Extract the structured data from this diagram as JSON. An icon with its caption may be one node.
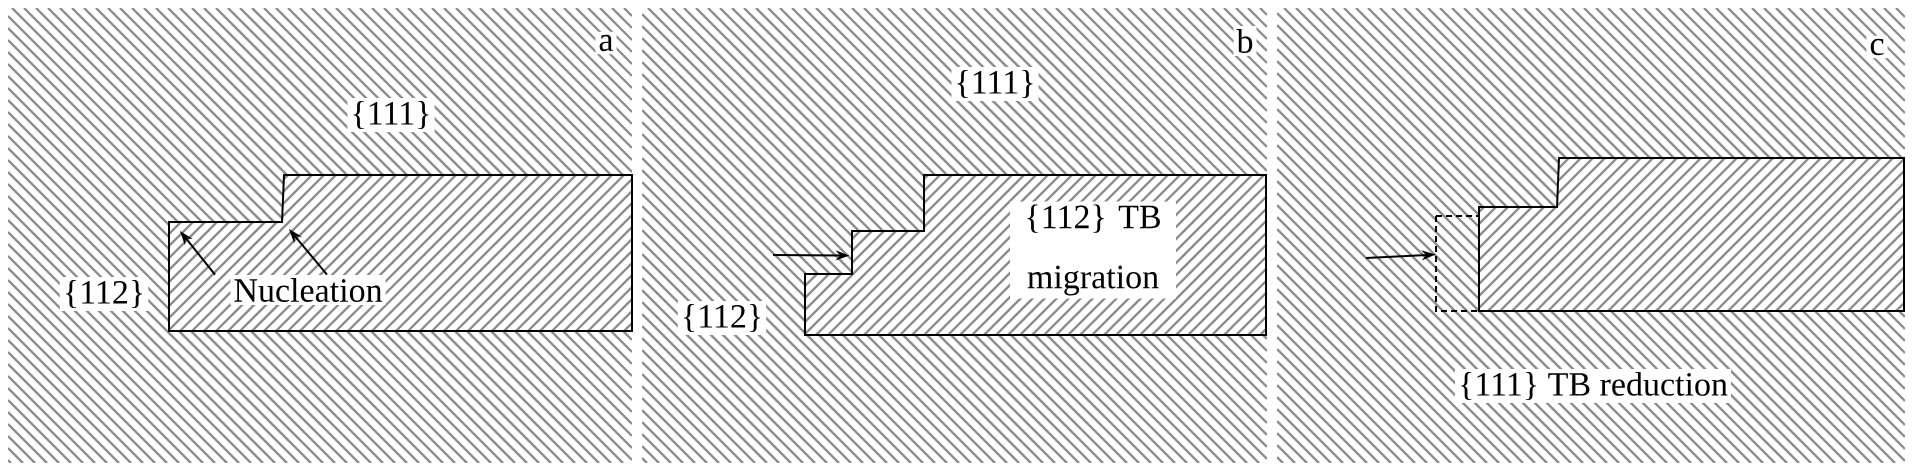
{
  "diagram": {
    "nodes": [
      {
        "text": [],
        "shape": "box"
      },
      {
        "text": [
          "Nucleation"
        ],
        "in": 0
      },
      {
        "text": [
          "{112} TB migration"
        ]
      },
      {
        "text": [],
        "shape": "box"
      },
      {
        "text": [],
        "shape": "box"
      }
    ],
    "edges": [
      {
        "from": 1,
        "to": null,
        "arrow": "to"
      },
      {
        "from": 1,
        "to": null,
        "arrow": "to"
      },
      {
        "from": null,
        "to": 2,
        "arrow": "to"
      },
      {
        "from": null,
        "to": 3,
        "arrow": "to"
      }
    ],
    "labels": [
      "a",
      "{111}",
      "{112}",
      "b",
      "{111}",
      "{112}",
      "c",
      "{111} TB reduction"
    ]
  }
}
